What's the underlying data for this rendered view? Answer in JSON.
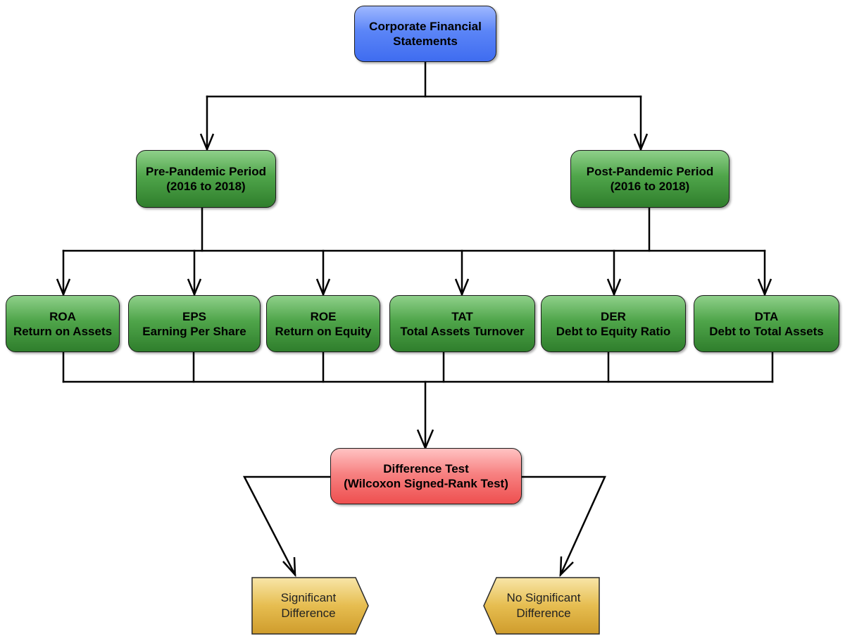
{
  "root": {
    "line1": "Corporate Financial",
    "line2": "Statements",
    "color": "#5b85f7"
  },
  "periods": {
    "pre": {
      "line1": "Pre-Pandemic Period",
      "line2": "(2016 to 2018)"
    },
    "post": {
      "line1": "Post-Pandemic Period",
      "line2": "(2016 to 2018)"
    }
  },
  "ratios": [
    {
      "abbr": "ROA",
      "name": "Return on Assets"
    },
    {
      "abbr": "EPS",
      "name": "Earning Per Share"
    },
    {
      "abbr": "ROE",
      "name": "Return on Equity"
    },
    {
      "abbr": "TAT",
      "name": "Total Assets Turnover"
    },
    {
      "abbr": "DER",
      "name": "Debt to Equity Ratio"
    },
    {
      "abbr": "DTA",
      "name": "Debt to Total Assets"
    }
  ],
  "test": {
    "line1": "Difference Test",
    "line2": "(Wilcoxon Signed-Rank Test)",
    "color": "#f78282"
  },
  "outcomes": {
    "significant": {
      "line1": "Significant",
      "line2": "Difference"
    },
    "no_significant": {
      "line1": "No Significant",
      "line2": "Difference"
    }
  },
  "colors": {
    "metric_green": "#4fa54a",
    "outcome_gold": "#e6bd50",
    "line": "#000000"
  }
}
